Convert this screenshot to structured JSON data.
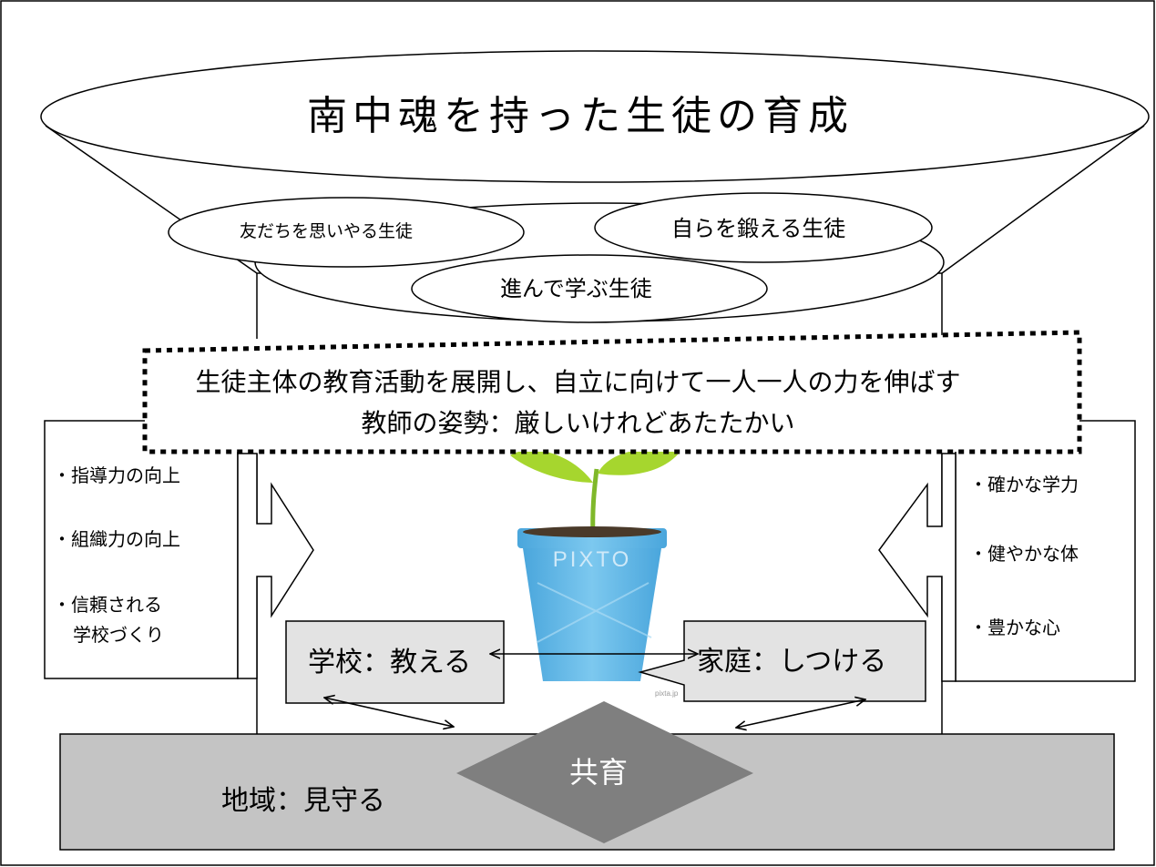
{
  "title": "南中魂を持った生徒の育成",
  "goals": {
    "left": "友だちを思いやる生徒",
    "right": "自らを鍛える生徒",
    "center": "進んで学ぶ生徒"
  },
  "banner": {
    "line1": "生徒主体の教育活動を展開し、自立に向けて一人一人の力を伸ばす",
    "line2": "教師の姿勢：厳しいけれどあたたかい"
  },
  "left_list": {
    "item1": "・指導力の向上",
    "item2": "・組織力の向上",
    "item3_line1": "・信頼される",
    "item3_line2": "学校づくり"
  },
  "right_list": {
    "item1": "・確かな学力",
    "item2": "・健やかな体",
    "item3": "・豊かな心"
  },
  "school_box": "学校：教える",
  "home_box": "家庭：しつける",
  "community_bar": "地域：見守る",
  "center_diamond": "共育",
  "illustration": {
    "icon": "potted-sprout-icon",
    "watermark": "PIXTO",
    "credit": "pixta.jp"
  },
  "colors": {
    "box_fill": "#e3e3e3",
    "community_fill": "#c4c4c4",
    "diamond_fill": "#7f7f7f",
    "pot_blue": "#5fb6e6",
    "leaf_green": "#a6d62e"
  }
}
